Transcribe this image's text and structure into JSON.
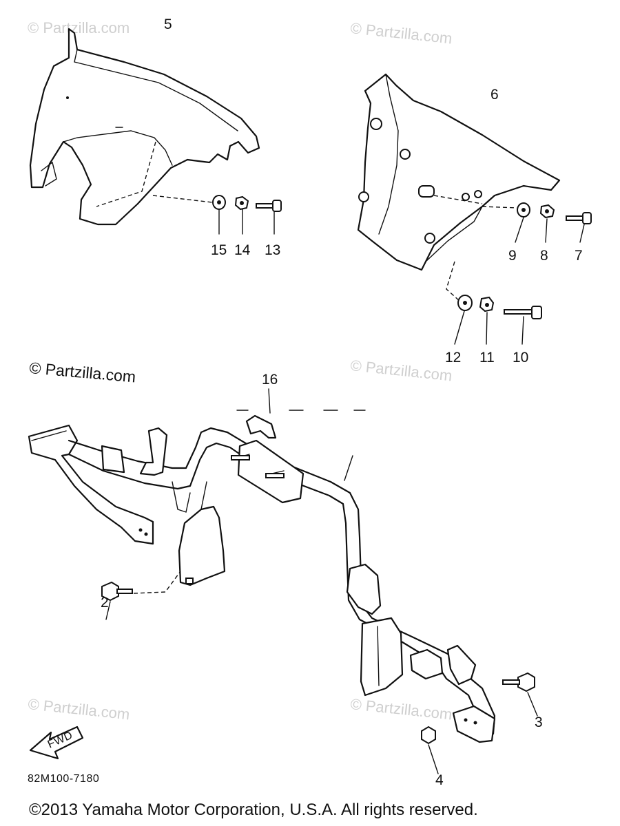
{
  "diagram": {
    "diagram_code": "82M100-7180",
    "copyright": "©2013 Yamaha Motor Corporation, U.S.A. All rights reserved.",
    "watermark_main": "© Partzilla.com",
    "watermark_faint": "© Partzilla.com",
    "fwd_label": "FWD",
    "callouts": [
      "5",
      "6",
      "15",
      "14",
      "13",
      "9",
      "8",
      "7",
      "12",
      "11",
      "10",
      "16",
      "2",
      "3",
      "4"
    ]
  }
}
